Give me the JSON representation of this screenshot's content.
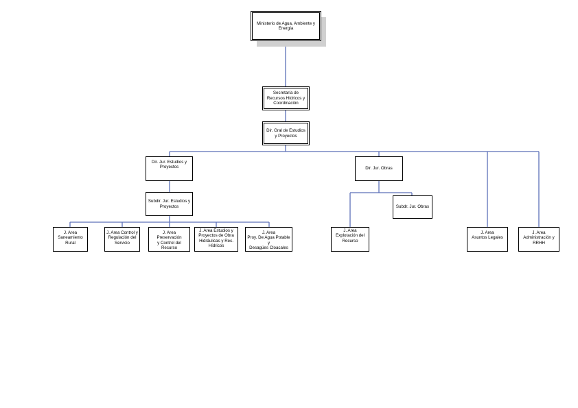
{
  "org_chart": {
    "nodes": {
      "ministerio": "Ministerio de Agua, Ambiente y Energía",
      "secretaria": "Secretaría de Recursos Hídricos y Coordinación",
      "dir_gral": "Dir. Gral de Estudios y Proyectos",
      "dir_jur_estudios": "Dir. Jur. Estudios y Proyectos",
      "dir_jur_obras": "Dir. Jur. Obras",
      "subdir_estudios": "Subdir. Jur. Estudios y Proyectos",
      "subdir_obras": "Subdr. Jur. Obras",
      "area_saneamiento": "J. Area\nSaneamiento\nRural",
      "area_control": "J. Area Control y\nRegulación del\nServicio",
      "area_preservacion": "J. Area Preservación\ny Control del Recurso",
      "area_estudios_obra": "J. Area Estudios y\nProyectos de Obra\nHidráulicas y Rec.\nHídricos",
      "area_agua_potable": "J. Area\nProy. De Agua Potable y\nDesagües Cloacales",
      "area_explotacion": "J. Area\nExplotación del\nRecurso",
      "area_asuntos_legales": "J. Area\nAsuntos Legales",
      "area_administracion": "J. Area\nAdministración y\nRRHH"
    }
  }
}
